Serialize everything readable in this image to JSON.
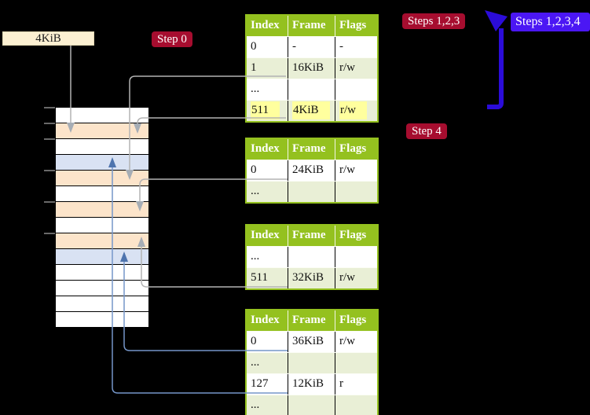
{
  "page_box": {
    "label": "4KiB"
  },
  "badges": {
    "step0": "Step 0",
    "steps123": "Steps 1,2,3",
    "steps1234": "Steps 1,2,3,4",
    "step4": "Step 4"
  },
  "tables": {
    "headers": [
      "Index",
      "Frame",
      "Flags"
    ],
    "t1": {
      "rows": [
        {
          "index": "0",
          "frame": "-",
          "flags": "-",
          "shade": "white"
        },
        {
          "index": "1",
          "frame": "16KiB",
          "flags": "r/w",
          "shade": "green"
        },
        {
          "index": "...",
          "frame": "",
          "flags": "",
          "shade": "white"
        },
        {
          "index": "511",
          "frame": "4KiB",
          "flags": "r/w",
          "shade": "green"
        }
      ]
    },
    "t2": {
      "rows": [
        {
          "index": "0",
          "frame": "24KiB",
          "flags": "r/w",
          "shade": "white"
        },
        {
          "index": "...",
          "frame": "",
          "flags": "",
          "shade": "green"
        }
      ]
    },
    "t3": {
      "rows": [
        {
          "index": "...",
          "frame": "",
          "flags": "",
          "shade": "white"
        },
        {
          "index": "511",
          "frame": "32KiB",
          "flags": "r/w",
          "shade": "green"
        }
      ]
    },
    "t4": {
      "rows": [
        {
          "index": "0",
          "frame": "36KiB",
          "flags": "r/w",
          "shade": "white"
        },
        {
          "index": "...",
          "frame": "",
          "flags": "",
          "shade": "green"
        },
        {
          "index": "127",
          "frame": "12KiB",
          "flags": "r",
          "shade": "white"
        },
        {
          "index": "...",
          "frame": "",
          "flags": "",
          "shade": "green"
        }
      ]
    }
  },
  "memory": {
    "rows": [
      {
        "color": "white"
      },
      {
        "color": "peach"
      },
      {
        "color": "white"
      },
      {
        "color": "blue"
      },
      {
        "color": "peach"
      },
      {
        "color": "white"
      },
      {
        "color": "peach"
      },
      {
        "color": "white"
      },
      {
        "color": "peach"
      },
      {
        "color": "blue"
      },
      {
        "color": "white"
      },
      {
        "color": "white"
      },
      {
        "color": "white"
      },
      {
        "color": "white"
      }
    ]
  },
  "connectors": [
    {
      "from": "4KiB label",
      "to": "memory row 2",
      "color": "gray"
    },
    {
      "from": "table1 row 1 (16KiB)",
      "to": "memory row 5",
      "color": "gray"
    },
    {
      "from": "table1 row 511 (4KiB)",
      "to": "memory row 2",
      "color": "gray"
    },
    {
      "from": "table2 row 0 (24KiB)",
      "to": "memory row 7",
      "color": "gray"
    },
    {
      "from": "table3 row 511 (32KiB)",
      "to": "memory row 9",
      "color": "gray"
    },
    {
      "from": "table4 row 0 (36KiB)",
      "to": "memory row 10",
      "color": "blue"
    },
    {
      "from": "table4 row 127 (12KiB)",
      "to": "memory row 4",
      "color": "blue"
    }
  ],
  "palette": {
    "table_green": "#94c11f",
    "row_green": "#e9efd6",
    "peach": "#fce4ca",
    "light_blue": "#d9e2f3",
    "highlight_yellow": "#ffff9e",
    "crimson_badge": "#a60d2f",
    "violet_badge": "#4b17f4",
    "big_arrow_blue": "#2b0cd9",
    "gray_line": "#b3b3b3",
    "blue_line": "#7596c9",
    "cream_box": "#fcf0d2"
  }
}
